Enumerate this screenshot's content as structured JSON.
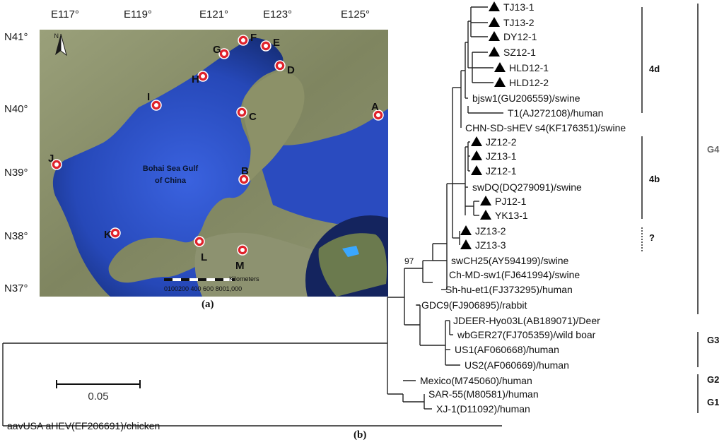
{
  "colors": {
    "sea": "#2b4fc8",
    "land": "#8a8f6a",
    "marker": "#e0222b",
    "tree_line": "#222222",
    "group_label": "#666666"
  },
  "map": {
    "longitude_labels": [
      "E117°",
      "E119°",
      "E121°",
      "E123°",
      "E125°"
    ],
    "latitude_labels": [
      "N41°",
      "N40°",
      "N39°",
      "N38°",
      "N37°"
    ],
    "north_label": "N",
    "sea_label_line1": "Bohai Sea Gulf",
    "sea_label_line2": "of China",
    "scale_ticks": "0100200 400 600 8001,000",
    "scale_unit": "Kilometers",
    "sites": [
      "A",
      "B",
      "C",
      "D",
      "E",
      "F",
      "G",
      "H",
      "I",
      "J",
      "K",
      "L",
      "M"
    ],
    "panel_label": "(a)",
    "icons": [
      "north-arrow-icon",
      "location-marker-icon"
    ]
  },
  "tree": {
    "panel_label": "(b)",
    "bootstrap": "97",
    "scale_value": "0.05",
    "leaves": [
      {
        "label": "TJ13-1",
        "marked": true
      },
      {
        "label": "TJ13-2",
        "marked": true
      },
      {
        "label": "DY12-1",
        "marked": true
      },
      {
        "label": "SZ12-1",
        "marked": true
      },
      {
        "label": "HLD12-1",
        "marked": true
      },
      {
        "label": "HLD12-2",
        "marked": true
      },
      {
        "label": "bjsw1(GU206559)/swine",
        "marked": false
      },
      {
        "label": "T1(AJ272108)/human",
        "marked": false
      },
      {
        "label": "CHN-SD-sHEV s4(KF176351)/swine",
        "marked": false
      },
      {
        "label": "JZ12-2",
        "marked": true
      },
      {
        "label": "JZ13-1",
        "marked": true
      },
      {
        "label": "JZ12-1",
        "marked": true
      },
      {
        "label": "swDQ(DQ279091)/swine",
        "marked": false
      },
      {
        "label": "PJ12-1",
        "marked": true
      },
      {
        "label": "YK13-1",
        "marked": true
      },
      {
        "label": "JZ13-2",
        "marked": true
      },
      {
        "label": "JZ13-3",
        "marked": true
      },
      {
        "label": "swCH25(AY594199)/swine",
        "marked": false
      },
      {
        "label": "Ch-MD-sw1(FJ641994)/swine",
        "marked": false
      },
      {
        "label": "Sh-hu-et1(FJ373295)/human",
        "marked": false
      },
      {
        "label": "GDC9(FJ906895)/rabbit",
        "marked": false
      },
      {
        "label": "JDEER-Hyo03L(AB189071)/Deer",
        "marked": false
      },
      {
        "label": "wbGER27(FJ705359)/wild boar",
        "marked": false
      },
      {
        "label": "US1(AF060668)/human",
        "marked": false
      },
      {
        "label": "US2(AF060669)/human",
        "marked": false
      },
      {
        "label": "Mexico(M745060)/human",
        "marked": false
      },
      {
        "label": "SAR-55(M80581)/human",
        "marked": false
      },
      {
        "label": "XJ-1(D11092)/human",
        "marked": false
      },
      {
        "label": "aavUSA aHEV(EF206691)/chicken",
        "marked": false
      }
    ],
    "subgroups": [
      {
        "label": "4d",
        "dotted": false
      },
      {
        "label": "4b",
        "dotted": false
      },
      {
        "label": "?",
        "dotted": true
      }
    ],
    "genotypes": [
      "G4",
      "G3",
      "G2",
      "G1"
    ]
  }
}
